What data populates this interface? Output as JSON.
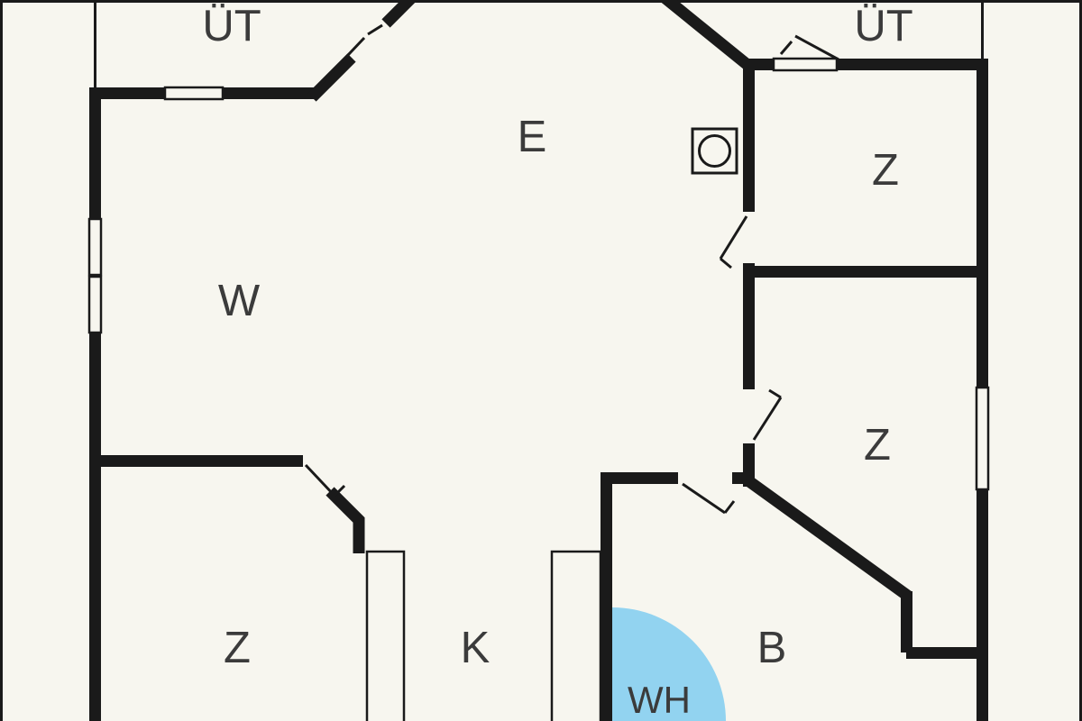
{
  "colors": {
    "background": "#f7f6ef",
    "wall": "#1a1a1a",
    "label": "#3b3b3b",
    "whirlpool": "#92d3f0"
  },
  "icons": {
    "boiler": "square-with-inscribed-circle",
    "whirlpool_tub": "blue-quarter-circle"
  },
  "rooms": {
    "terrace_left": "ÜT",
    "terrace_right": "ÜT",
    "entry": "E",
    "bedroom_ne": "Z",
    "living": "W",
    "bedroom_e": "Z",
    "bedroom_sw": "Z",
    "kitchen": "K",
    "bath": "B",
    "whirlpool": "WH"
  }
}
